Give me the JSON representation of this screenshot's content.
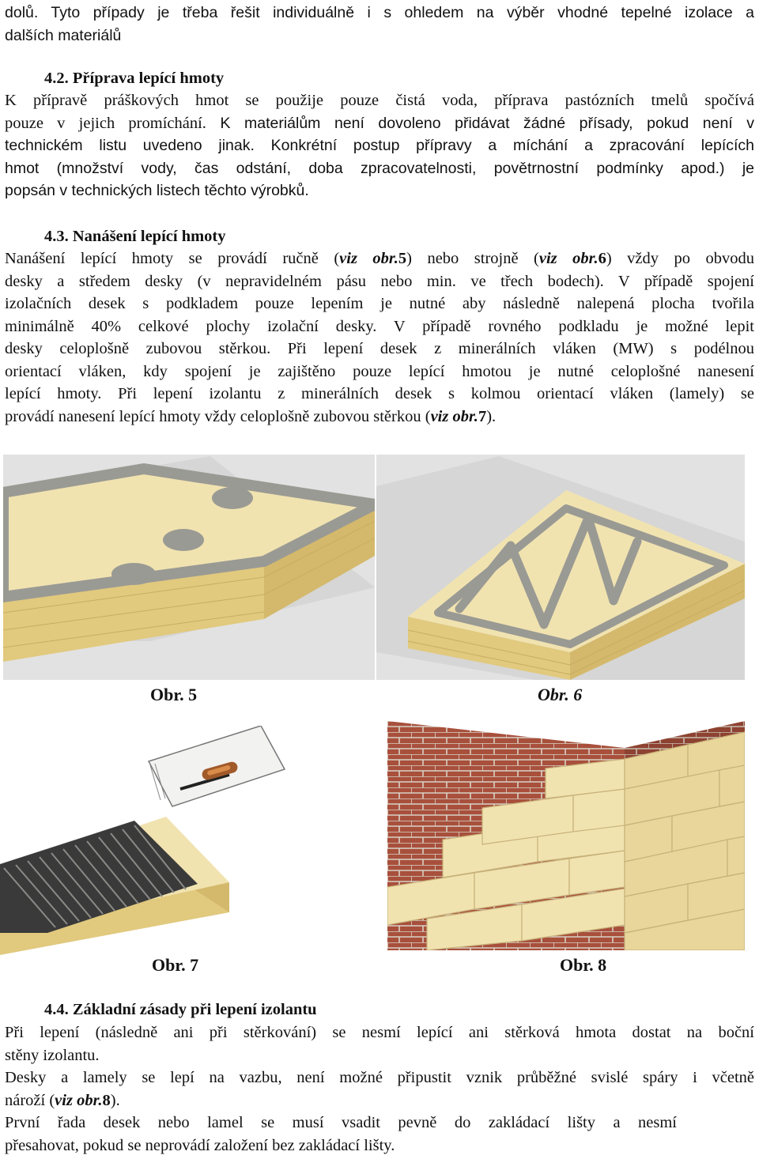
{
  "intro": {
    "line1": "dolů. Tyto případy je třeba řešit individuálně i s ohledem na výběr vhodné tepelné izolace a",
    "line2": "dalších materiálů"
  },
  "section_42": {
    "heading": "4.2. Příprava lepící hmoty",
    "line1": "K přípravě práškových hmot se použije pouze čistá voda, příprava pastózních tmelů spočívá",
    "line2": "pouze v jejich promíchání.",
    "line2b": " K materiálům není dovoleno přidávat žádné přísady, pokud není v",
    "line3": "technickém listu uvedeno jinak.",
    "line3b": " Konkrétní postup přípravy a míchání a zpracování lepících",
    "line4": "hmot (množství vody, čas odstání, doba zpracovatelnosti, povětrnostní podmínky apod.) je",
    "line5": "popsán v technických listech těchto výrobků."
  },
  "section_43": {
    "heading": "4.3. Nanášení lepící hmoty",
    "line1a": "Nanášení lepící hmoty se provádí ručně (",
    "ref1a": "viz obr.",
    "ref1b": "5",
    "line1b": ") nebo strojně (",
    "ref2a": "viz obr.",
    "ref2b": "6",
    "line1c": ") vždy po obvodu",
    "line2": "desky a středem desky (v nepravidelném pásu nebo min. ve třech bodech). V případě spojení",
    "line3": "izolačních desek s podkladem pouze lepením je nutné aby následně nalepená plocha tvořila",
    "line4": "minimálně 40% celkové plochy izolační desky. V případě rovného podkladu je možné lepit",
    "line5": "desky celoplošně zubovou stěrkou. Při lepení desek z minerálních vláken (MW) s podélnou",
    "line6": "orientací vláken, kdy spojení je zajištěno pouze lepící hmotou je nutné celoplošné nanesení",
    "line7": "lepící hmoty. Při lepení izolantu z minerálních desek s kolmou orientací vláken (lamely) se",
    "line8a": "provádí nanesení lepící hmoty vždy celoplošně zubovou stěrkou (",
    "ref3a": "viz obr.",
    "ref3b": "7",
    "line8b": ")."
  },
  "figures": {
    "obr5": "Obr. 5",
    "obr6": "Obr. 6",
    "obr7": "Obr. 7",
    "obr8": "Obr. 8"
  },
  "section_44": {
    "heading": "4.4. Základní zásady při lepení izolantu",
    "line1": "Při lepení (následně ani při stěrkování) se nesmí lepící ani stěrková hmota dostat na boční",
    "line2": "stěny izolantu.",
    "line3": "Desky a lamely se lepí na vazbu, není možné připustit vznik průběžné svislé spáry i včetně",
    "line4a": "nároží (",
    "ref4a": "viz obr.",
    "ref4b": "8",
    "line4b": ").",
    "line5": "První řada desek nebo lamel se musí vsadit pevně do zakládací lišty a nesmí",
    "line6": "přesahovat, pokud se neprovádí založení bez zakládací lišty."
  },
  "colors": {
    "board_top": "#f3e6b4",
    "board_side": "#e3cc85",
    "adhesive_gray": "#9a9a94",
    "background_gray": "#e2e2e2",
    "brick": "#a8503c",
    "mortar": "#d9d2c6"
  }
}
